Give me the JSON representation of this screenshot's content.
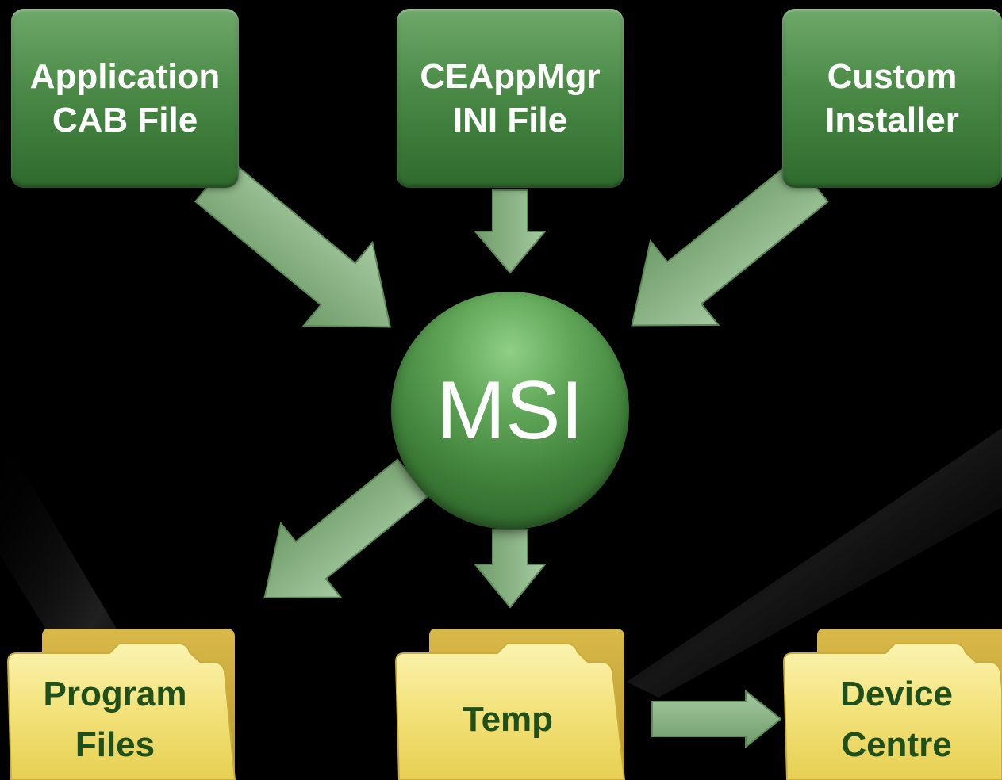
{
  "sources": {
    "cab": "Application\nCAB File",
    "ini": "CEAppMgr\nINI File",
    "custom": "Custom\nInstaller"
  },
  "center": {
    "label": "MSI"
  },
  "targets": {
    "program_files": "Program\nFiles",
    "temp": "Temp",
    "device_centre": "Device\nCentre"
  },
  "colors": {
    "background": "#000000",
    "box_green": "#4a8a46",
    "arrow_green": "#8fb88a",
    "folder_yellow": "#f3e27a",
    "folder_text": "#1f4f1a"
  }
}
